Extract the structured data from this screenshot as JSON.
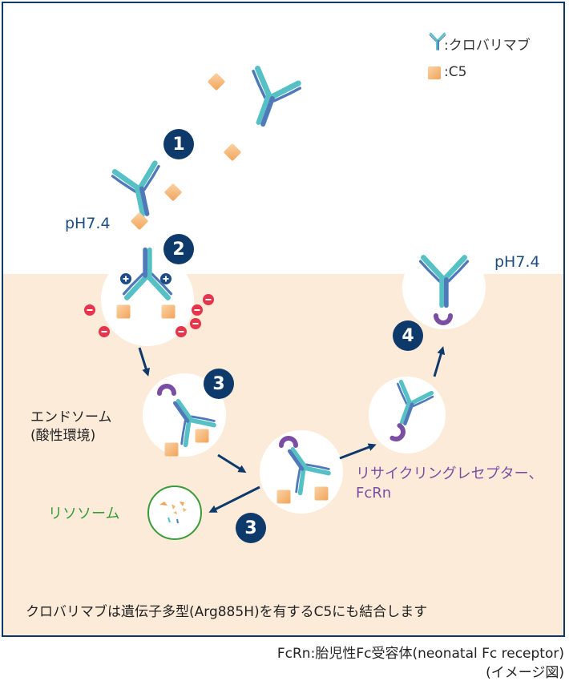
{
  "legend": {
    "antibody_label": ":クロバリマブ",
    "c5_label": ":C5"
  },
  "labels": {
    "ph_top": "pH7.4",
    "ph_right": "pH7.4",
    "endosome_line1": "エンドソーム",
    "endosome_line2": "(酸性環境)",
    "lysosome": "リソソーム",
    "recycling_line1": "リサイクリングレセプター、",
    "recycling_line2": "FcRn"
  },
  "steps": [
    "1",
    "2",
    "3",
    "3",
    "4"
  ],
  "charges": {
    "plus": "+",
    "minus": "−"
  },
  "note": "クロバリマブは遺伝子多型(Arg885H)を有するC5にも結合します",
  "footnote_line1": "FcRn:胎児性Fc受容体(neonatal Fc receptor)",
  "footnote_line2": "(イメージ図)",
  "colors": {
    "frame": "#0b3a6a",
    "endosome_bg": "#fcebd9",
    "step_circle": "#0e3a6b",
    "c5": "#f6b776",
    "antibody_teal": "#55c1c5",
    "antibody_blue": "#4f79b8",
    "fcrn": "#7a4fa3",
    "lysosome": "#3a9b38",
    "minus": "#e5344b"
  }
}
